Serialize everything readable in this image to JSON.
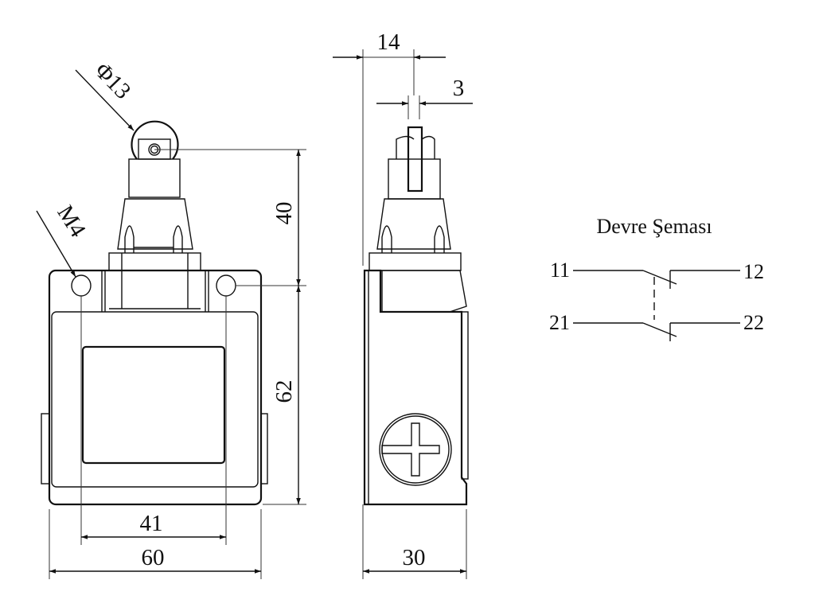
{
  "dimensions": {
    "roller_diameter": "Φ13",
    "thread": "M4",
    "height_actuator": "40",
    "height_body": "62",
    "hole_spacing": "41",
    "width_front": "60",
    "offset_side": "14",
    "roller_width": "3",
    "width_side": "30"
  },
  "circuit": {
    "title": "Devre Şeması",
    "terminals": [
      "11",
      "12",
      "21",
      "22"
    ]
  }
}
